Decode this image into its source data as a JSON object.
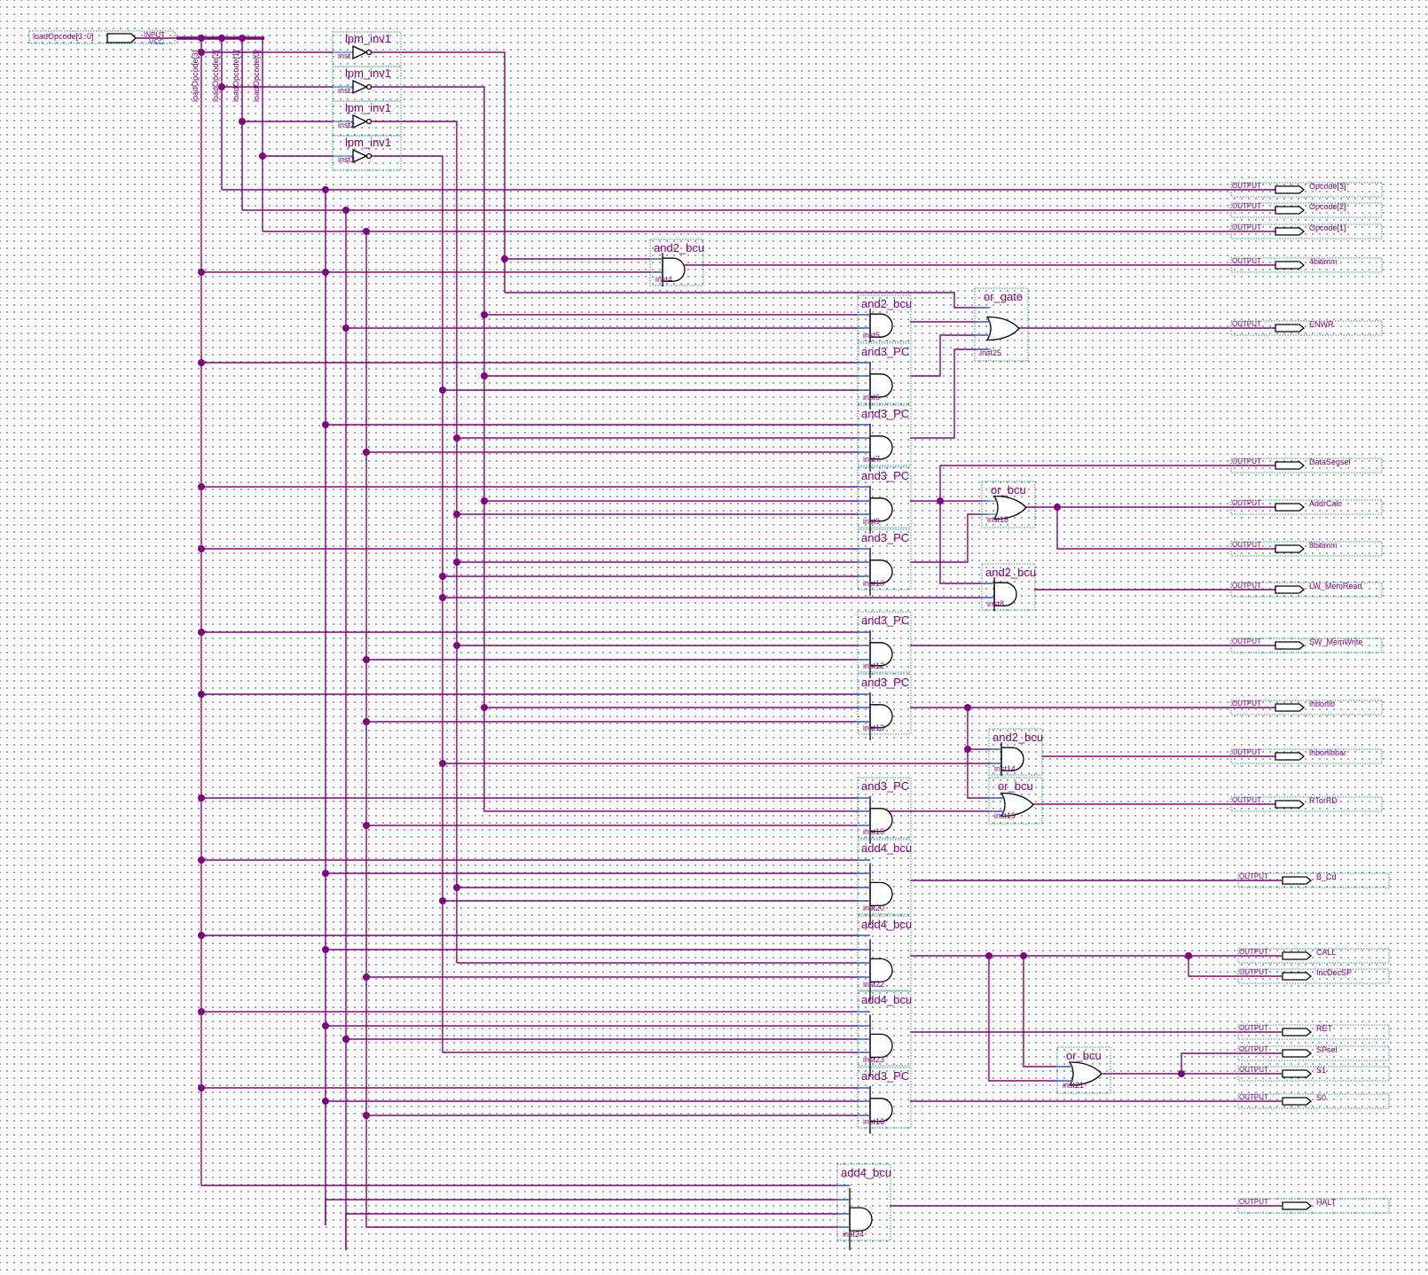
{
  "schematic": {
    "colors": {
      "wire": "#800080",
      "pin_stub": "#2a7fd4",
      "gate_outline": "#000000",
      "box": "#2a8a8a",
      "vcc_text": "#2040c0"
    },
    "input_pin": {
      "name": "loadOpcode[3..0]",
      "tag": "INPUT",
      "default": "VCC"
    },
    "bus_taps": [
      "loadOpcode[3]",
      "loadOpcode[2]",
      "loadOpcode[1]",
      "loadOpcode[0]"
    ],
    "inverters": [
      {
        "type": "lpm_inv1",
        "inst": "inst"
      },
      {
        "type": "lpm_inv1",
        "inst": "inst1"
      },
      {
        "type": "lpm_inv1",
        "inst": "inst2"
      },
      {
        "type": "lpm_inv1",
        "inst": "inst3"
      }
    ],
    "gates": [
      {
        "id": "g4",
        "type": "and2_bcu",
        "inst": "inst4"
      },
      {
        "id": "g5",
        "type": "and2_bcu",
        "inst": "inst5"
      },
      {
        "id": "g6",
        "type": "and3_PC",
        "inst": "inst6"
      },
      {
        "id": "g7",
        "type": "and3_PC",
        "inst": "inst7"
      },
      {
        "id": "g25",
        "type": "or_gate",
        "inst": "inst25"
      },
      {
        "id": "g9",
        "type": "and3_PC",
        "inst": "inst9"
      },
      {
        "id": "g10",
        "type": "and3_PC",
        "inst": "inst10"
      },
      {
        "id": "g18",
        "type": "or_bcu",
        "inst": "inst18"
      },
      {
        "id": "g8",
        "type": "and2_bcu",
        "inst": "inst8"
      },
      {
        "id": "g12",
        "type": "and3_PC",
        "inst": "inst12"
      },
      {
        "id": "g13",
        "type": "and3_PC",
        "inst": "inst13"
      },
      {
        "id": "g14",
        "type": "and2_bcu",
        "inst": "inst14"
      },
      {
        "id": "g19",
        "type": "or_bcu",
        "inst": "inst19"
      },
      {
        "id": "g15",
        "type": "and3_PC",
        "inst": "inst15"
      },
      {
        "id": "g20",
        "type": "add4_bcu",
        "inst": "inst20"
      },
      {
        "id": "g22",
        "type": "add4_bcu",
        "inst": "inst22"
      },
      {
        "id": "g23",
        "type": "add4_bcu",
        "inst": "inst23"
      },
      {
        "id": "g21",
        "type": "or_bcu",
        "inst": "inst21"
      },
      {
        "id": "g16",
        "type": "and3_PC",
        "inst": "inst16"
      },
      {
        "id": "g24",
        "type": "add4_bcu",
        "inst": "inst24"
      }
    ],
    "output_tag": "OUTPUT",
    "outputs": [
      "Opcode[3]",
      "Opcode[2]",
      "Opcode[1]",
      "4bitimm",
      "ENWR",
      "DataSegsel",
      "AddrCalc",
      "8bitimm",
      "LW_MemRead",
      "SW_MemWrite",
      "lhborllb",
      "lhborllbbar",
      "RTorRD",
      "B_Cd",
      "CALL",
      "IncDecSP",
      "RET",
      "SPsel",
      "S1",
      "S0",
      "HALT"
    ]
  }
}
